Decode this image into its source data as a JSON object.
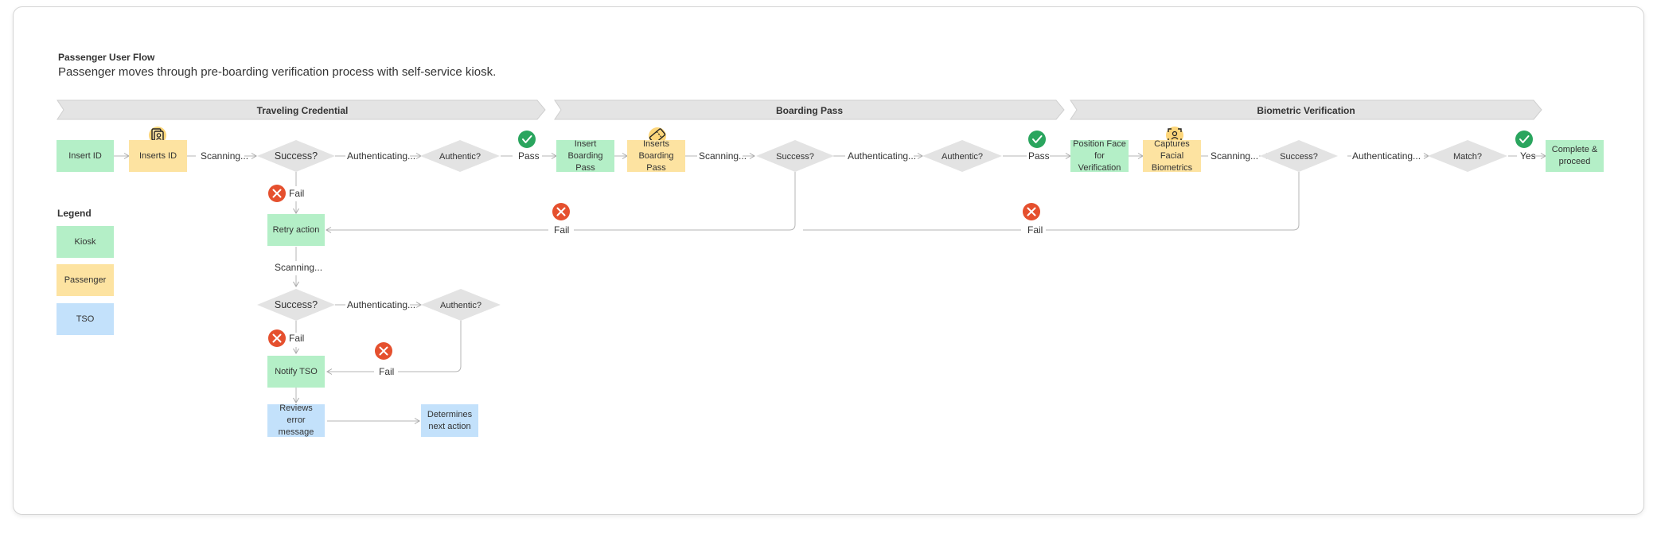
{
  "header": {
    "title": "Passenger User Flow",
    "subtitle": "Passenger moves through pre-boarding verification process with self-service kiosk."
  },
  "phases": [
    "Traveling Credential",
    "Boarding Pass",
    "Biometric Verification"
  ],
  "legend": {
    "title": "Legend",
    "items": [
      "Kiosk",
      "Passenger",
      "TSO"
    ]
  },
  "colors": {
    "kiosk": "#b4efc7",
    "passenger": "#fde3a1",
    "tso": "#c3e1fb",
    "decision": "#e3e3e3",
    "phase": "#e4e4e4",
    "success": "#2aa55e",
    "fail": "#e5502e",
    "line": "#b5b5b5"
  },
  "icons": [
    "id-card-icon",
    "boarding-pass-icon",
    "face-scan-icon",
    "check-icon",
    "x-icon"
  ],
  "flow": {
    "insert_id": "Insert ID",
    "inserts_id": "Inserts ID",
    "scanning": "Scanning...",
    "success_q": "Success?",
    "authenticating": "Authenticating...",
    "authentic_q": "Authentic?",
    "pass": "Pass",
    "fail": "Fail",
    "insert_boarding_pass": "Insert Boarding Pass",
    "inserts_boarding_pass": "Inserts Boarding Pass",
    "position_face": "Position Face for Verification",
    "captures_biometrics": "Captures Facial Biometrics",
    "match_q": "Match?",
    "yes": "Yes",
    "complete": "Complete & proceed",
    "retry": "Retry action",
    "notify_tso": "Notify TSO",
    "reviews_error": "Reviews error message",
    "determines_next": "Determines next action"
  }
}
